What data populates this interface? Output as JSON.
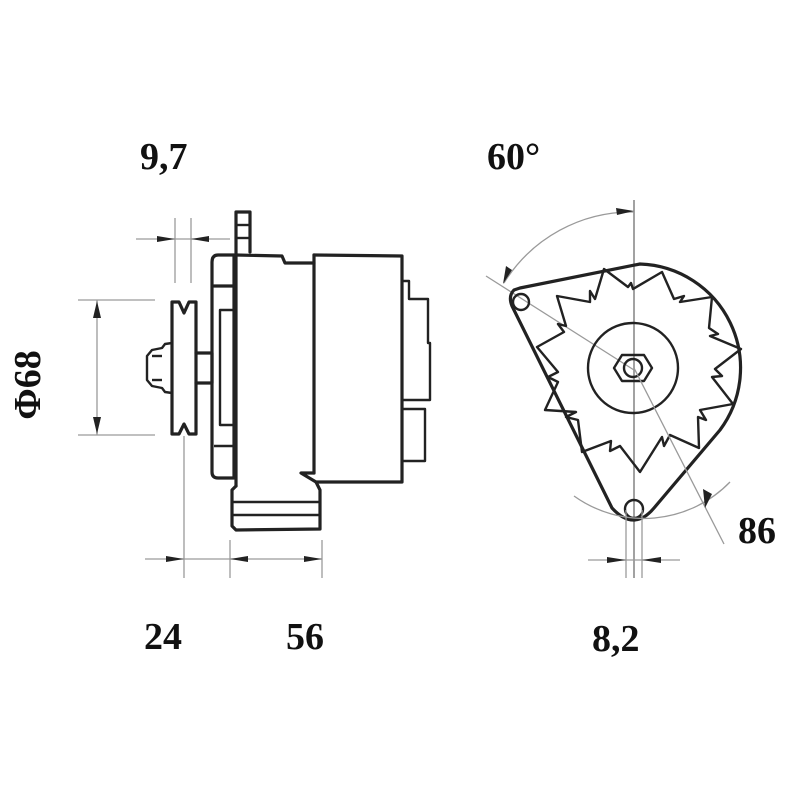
{
  "drawing": {
    "title": "Alternator dimension drawing",
    "views": [
      "side-view",
      "front-view"
    ],
    "colors": {
      "line": "#222222",
      "dimension": "#9a9a9a",
      "background": "#ffffff"
    }
  },
  "dimensions": {
    "top_flange_offset": "9,7",
    "pulley_diameter": "Φ68",
    "pulley_to_mount": "24",
    "mount_width": "56",
    "mount_angle": "60°",
    "mount_radius": "86",
    "mount_hole": "8,2"
  }
}
